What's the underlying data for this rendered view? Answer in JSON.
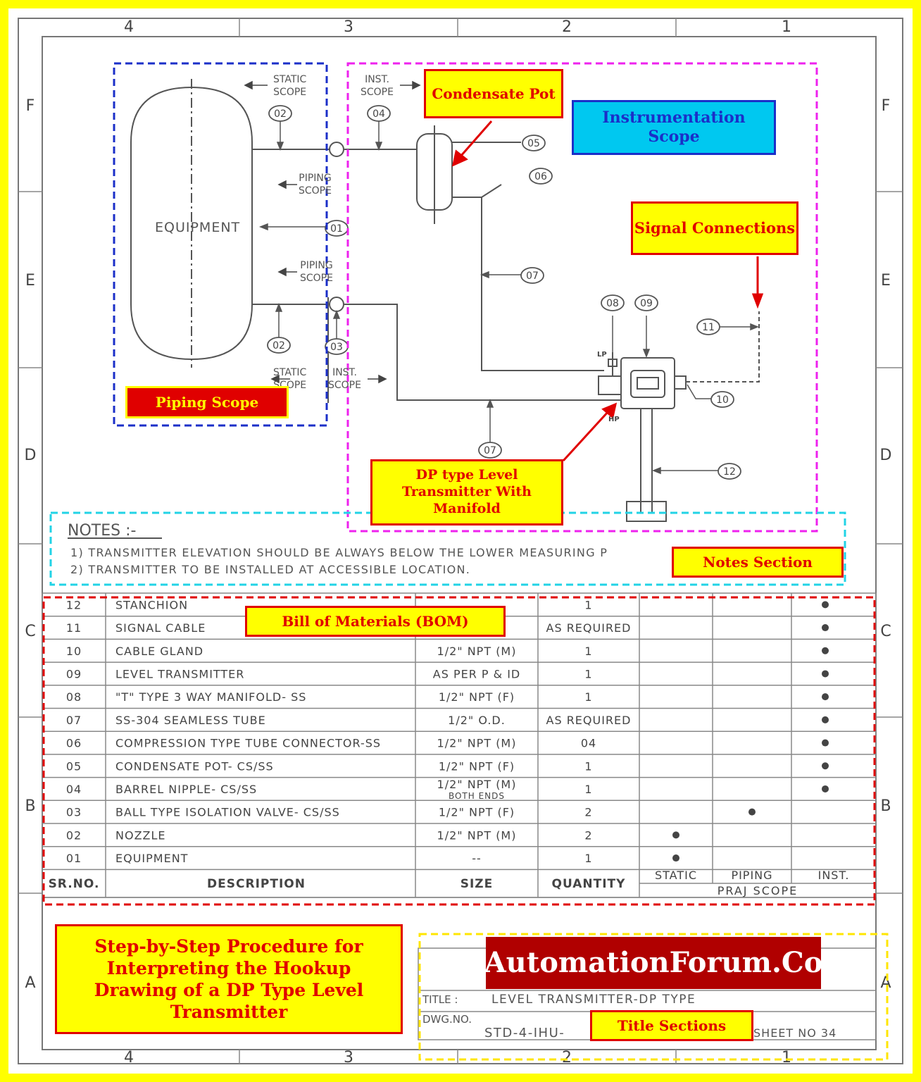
{
  "grid": {
    "columns": [
      "4",
      "3",
      "2",
      "1"
    ],
    "rows": [
      "F",
      "E",
      "D",
      "C",
      "B",
      "A"
    ]
  },
  "diagram": {
    "equipment_label": "EQUIPMENT",
    "scope_text": {
      "static": "STATIC",
      "scope": "SCOPE",
      "inst": "INST.",
      "piping": "PIPING"
    },
    "balloons": [
      "01",
      "02",
      "03",
      "04",
      "05",
      "06",
      "07",
      "08",
      "09",
      "10",
      "11",
      "12"
    ],
    "lp": "LP",
    "hp": "HP"
  },
  "callouts": {
    "condensate_pot": "Condensate Pot",
    "instrumentation_scope": "Instrumentation Scope",
    "signal_connections": "Signal Connections",
    "piping_scope": "Piping Scope",
    "dp_transmitter": "DP type Level Transmitter With Manifold",
    "notes_section": "Notes Section",
    "bom": "Bill of Materials (BOM)",
    "title_sections": "Title Sections",
    "procedure_title": "Step-by-Step Procedure for Interpreting the Hookup Drawing of a DP Type Level Transmitter"
  },
  "notes": {
    "heading": "NOTES :-",
    "items": [
      "1) TRANSMITTER ELEVATION SHOULD BE ALWAYS BELOW THE LOWER MEASURING P",
      "2) TRANSMITTER TO BE INSTALLED AT ACCESSIBLE LOCATION."
    ]
  },
  "bom": {
    "headers": {
      "sr": "SR.NO.",
      "description": "DESCRIPTION",
      "size": "SIZE",
      "quantity": "QUANTITY",
      "static": "STATIC",
      "piping": "PIPING",
      "inst": "INST.",
      "scope_group": "PRAJ SCOPE"
    },
    "rows": [
      {
        "sr": "12",
        "desc": "STANCHION",
        "size": "",
        "qty": "1",
        "scope": "inst"
      },
      {
        "sr": "11",
        "desc": "SIGNAL CABLE",
        "size": "",
        "qty": "AS REQUIRED",
        "scope": "inst"
      },
      {
        "sr": "10",
        "desc": "CABLE GLAND",
        "size": "1/2\" NPT (M)",
        "qty": "1",
        "scope": "inst"
      },
      {
        "sr": "09",
        "desc": "LEVEL TRANSMITTER",
        "size": "AS PER P & ID",
        "qty": "1",
        "scope": "inst"
      },
      {
        "sr": "08",
        "desc": "\"T\" TYPE 3 WAY MANIFOLD- SS",
        "size": "1/2\" NPT (F)",
        "qty": "1",
        "scope": "inst"
      },
      {
        "sr": "07",
        "desc": "SS-304 SEAMLESS TUBE",
        "size": "1/2\" O.D.",
        "qty": "AS REQUIRED",
        "scope": "inst"
      },
      {
        "sr": "06",
        "desc": "COMPRESSION TYPE TUBE CONNECTOR-SS",
        "size": "1/2\" NPT (M)",
        "qty": "04",
        "scope": "inst"
      },
      {
        "sr": "05",
        "desc": "CONDENSATE POT- CS/SS",
        "size": "1/2\" NPT (F)",
        "qty": "1",
        "scope": "inst"
      },
      {
        "sr": "04",
        "desc": "BARREL NIPPLE- CS/SS",
        "size": "1/2\" NPT (M)",
        "size2": "BOTH ENDS",
        "qty": "1",
        "scope": "inst"
      },
      {
        "sr": "03",
        "desc": "BALL TYPE ISOLATION VALVE- CS/SS",
        "size": "1/2\" NPT (F)",
        "qty": "2",
        "scope": "piping"
      },
      {
        "sr": "02",
        "desc": "NOZZLE",
        "size": "1/2\" NPT (M)",
        "qty": "2",
        "scope": "static"
      },
      {
        "sr": "01",
        "desc": "EQUIPMENT",
        "size": "--",
        "qty": "1",
        "scope": "static"
      }
    ]
  },
  "title_block": {
    "brand": "AutomationForum.Co",
    "title_label": "TITLE :",
    "title_value": "LEVEL TRANSMITTER-DP TYPE",
    "dwg_label": "DWG.NO.",
    "dwg_value": "STD-4-IHU-",
    "sheet": "SHEET NO 34"
  },
  "colors": {
    "frame": "#ffff00",
    "piping_box": "#1b2fc8",
    "inst_box": "#ee22ee",
    "notes_box": "#22d3e6",
    "bom_box": "#e00000",
    "title_box": "#ffe600",
    "callout_text": "#e00000",
    "inst_scope_text": "#1b2fc8",
    "inst_scope_bg": "#00c8f0",
    "brand_bg": "#b00000"
  }
}
